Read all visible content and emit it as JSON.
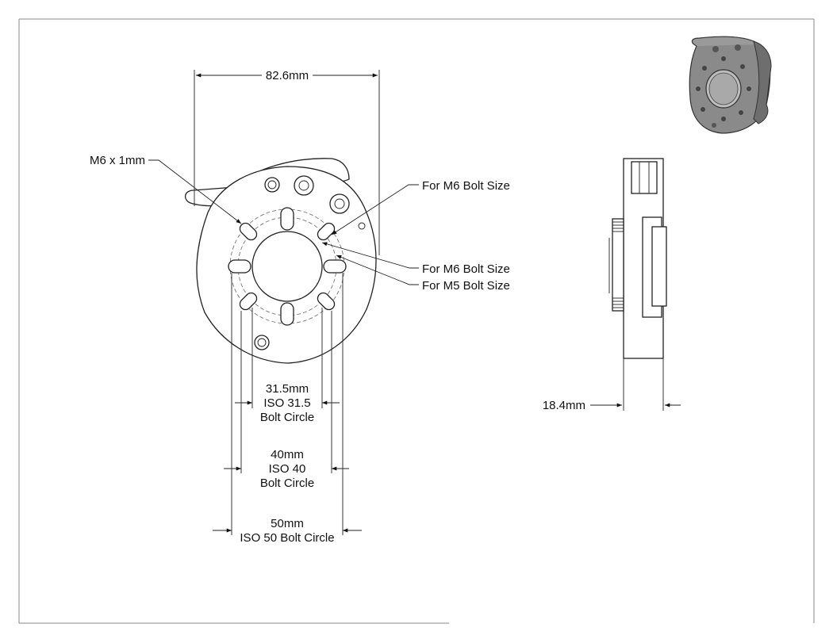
{
  "drawing": {
    "dims": {
      "overall_width": "82.6mm",
      "thickness": "18.4mm"
    },
    "callouts": {
      "thread": "M6 x 1mm",
      "m6_bolt_top": "For M6 Bolt Size",
      "m6_bolt_mid": "For M6 Bolt Size",
      "m5_bolt": "For M5 Bolt Size"
    },
    "bolt_circles": [
      {
        "line1": "31.5mm",
        "line2": "ISO 31.5",
        "line3": "Bolt Circle"
      },
      {
        "line1": "40mm",
        "line2": "ISO 40",
        "line3": "Bolt Circle"
      },
      {
        "line1": "50mm",
        "line2": "ISO 50 Bolt Circle"
      }
    ]
  }
}
